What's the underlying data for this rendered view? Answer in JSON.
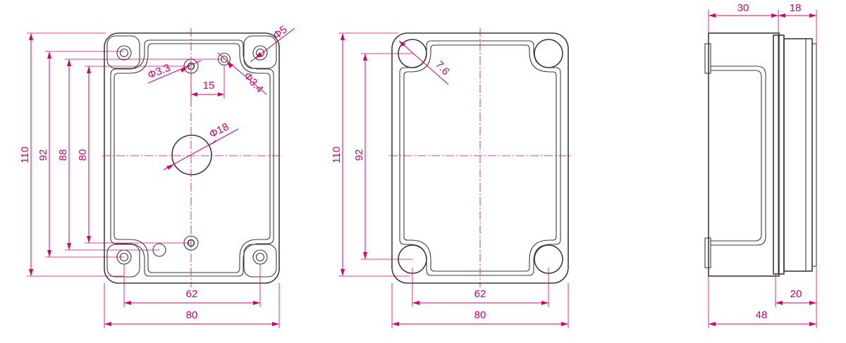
{
  "colors": {
    "dimension": "#d6006f",
    "outline": "#3b3b3b",
    "background": "#ffffff"
  },
  "views": {
    "front": {
      "height_overall": "110",
      "height_92": "92",
      "height_88": "88",
      "height_80": "80",
      "width_holes": "62",
      "width_overall": "80",
      "dia_corner": "Φ5",
      "dia_small_a": "Φ3.3",
      "dia_small_b": "Φ3.4",
      "spacing_15": "15",
      "dia_center": "Φ18"
    },
    "top": {
      "height_overall": "110",
      "height_92": "92",
      "width_holes": "62",
      "width_overall": "80",
      "radius_corner": "7.6"
    },
    "side": {
      "depth_lid": "30",
      "depth_base": "18",
      "depth_overall": "48",
      "depth_20": "20"
    }
  }
}
